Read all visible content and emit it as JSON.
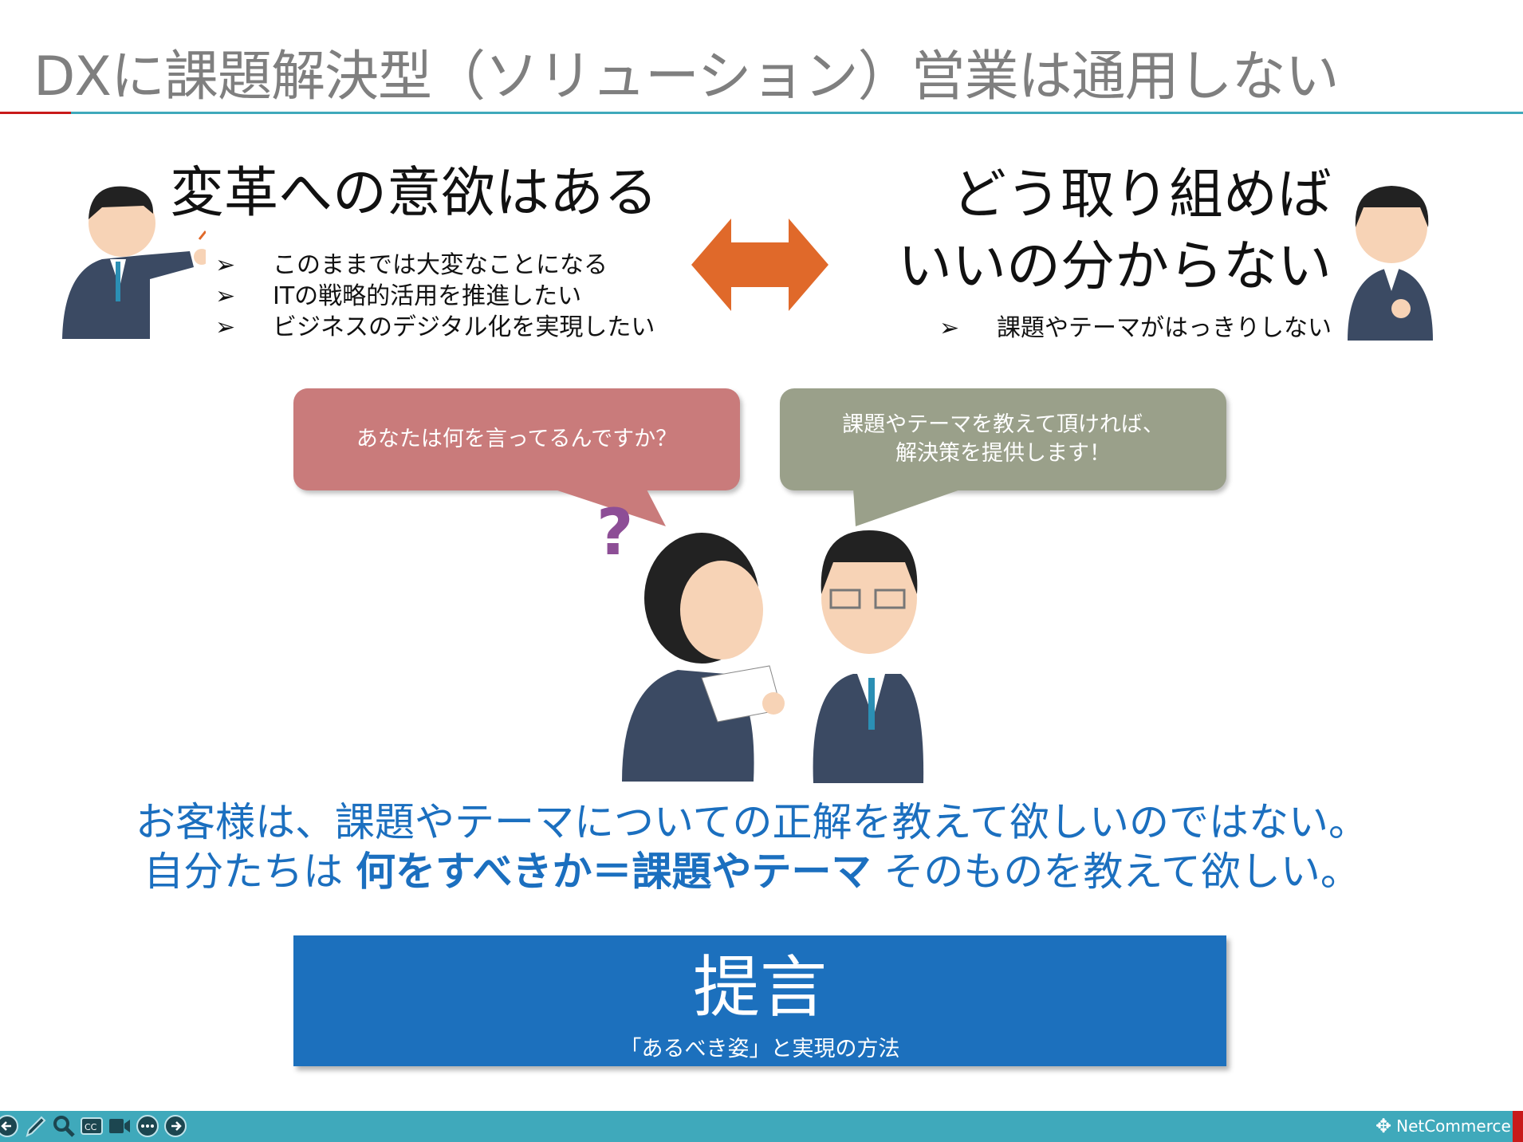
{
  "title": "DXに課題解決型（ソリューション）営業は通用しない",
  "left": {
    "heading": "変革への意欲はある",
    "bullets": [
      "このままでは大変なことになる",
      "ITの戦略的活用を推進したい",
      "ビジネスのデジタル化を実現したい"
    ]
  },
  "right": {
    "heading_line1": "どう取り組めば",
    "heading_line2": "いいの分からない",
    "bullets": [
      "課題やテーマがはっきりしない"
    ]
  },
  "bubble_left": "あなたは何を言ってるんですか？",
  "bubble_right_line1": "課題やテーマを教えて頂ければ、",
  "bubble_right_line2": "解決策を提供します！",
  "message": {
    "line1": "お客様は、課題やテーマについての正解を教えて欲しいのではない。",
    "line2_a": "自分たちは ",
    "line2_bold": "何をすべきか＝課題やテーマ",
    "line2_b": " そのものを教えて欲しい。"
  },
  "cta": {
    "title": "提言",
    "subtitle": "「あるべき姿」と実現の方法"
  },
  "footer": {
    "brand": "NetCommerce",
    "icons": [
      "back-icon",
      "pen-icon",
      "zoom-icon",
      "captions-icon",
      "video-icon",
      "more-icon",
      "forward-icon"
    ]
  },
  "colors": {
    "accent_blue": "#1c70bd",
    "teal": "#3fa9bb",
    "red": "#c81a1a",
    "orange": "#e0692a",
    "bubble_pink": "#c97b7b",
    "bubble_green": "#9aa08a"
  }
}
